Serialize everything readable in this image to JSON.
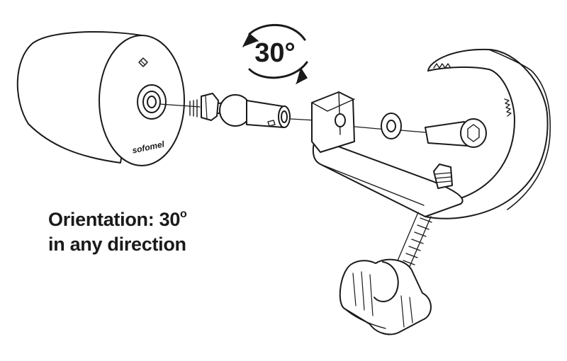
{
  "rotation_label": "30°",
  "brand_text": "sofomel",
  "caption": {
    "line1_prefix": "Orientation: 30",
    "line1_suffix": "o",
    "line2": "in any direction"
  }
}
